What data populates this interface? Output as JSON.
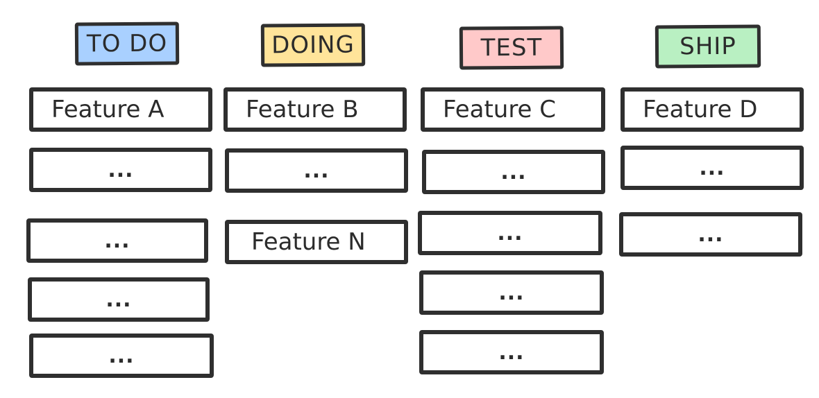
{
  "board": {
    "columns": [
      {
        "header": "TO DO",
        "header_color": "#a9d0ff",
        "cards": [
          "Feature A",
          "...",
          "...",
          "...",
          "..."
        ]
      },
      {
        "header": "DOING",
        "header_color": "#ffe49a",
        "cards": [
          "Feature B",
          "...",
          "Feature N"
        ]
      },
      {
        "header": "TEST",
        "header_color": "#ffc9c9",
        "cards": [
          "Feature C",
          "...",
          "...",
          "...",
          "..."
        ]
      },
      {
        "header": "SHIP",
        "header_color": "#b9f0c2",
        "cards": [
          "Feature D",
          "...",
          "..."
        ]
      }
    ]
  }
}
